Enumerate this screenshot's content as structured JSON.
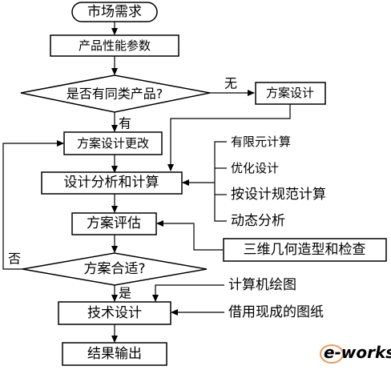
{
  "flowchart": {
    "market_demand": "市场需求",
    "product_params": "产品性能参数",
    "decision_similar": "是否有同类产品?",
    "label_no": "无",
    "label_yes": "有",
    "scheme_design": "方案设计",
    "scheme_change": "方案设计更改",
    "design_analysis": "设计分析和计算",
    "scheme_eval": "方案评估",
    "decision_suitable": "方案合适?",
    "label_fou": "否",
    "label_shi": "是",
    "tech_design": "技术设计",
    "result_output": "结果输出"
  },
  "side_methods": {
    "items": [
      "有限元计算",
      "优化设计",
      "按设计规范计算",
      "动态分析"
    ]
  },
  "side_tools": {
    "modeling": "三维几何造型和检查",
    "computer_drawing": "计算机绘图",
    "existing_drawings": "借用现成的图纸"
  },
  "watermark": {
    "text": "e-works",
    "colors": {
      "letter": "#e07020",
      "text": "#3b5fa0"
    }
  }
}
